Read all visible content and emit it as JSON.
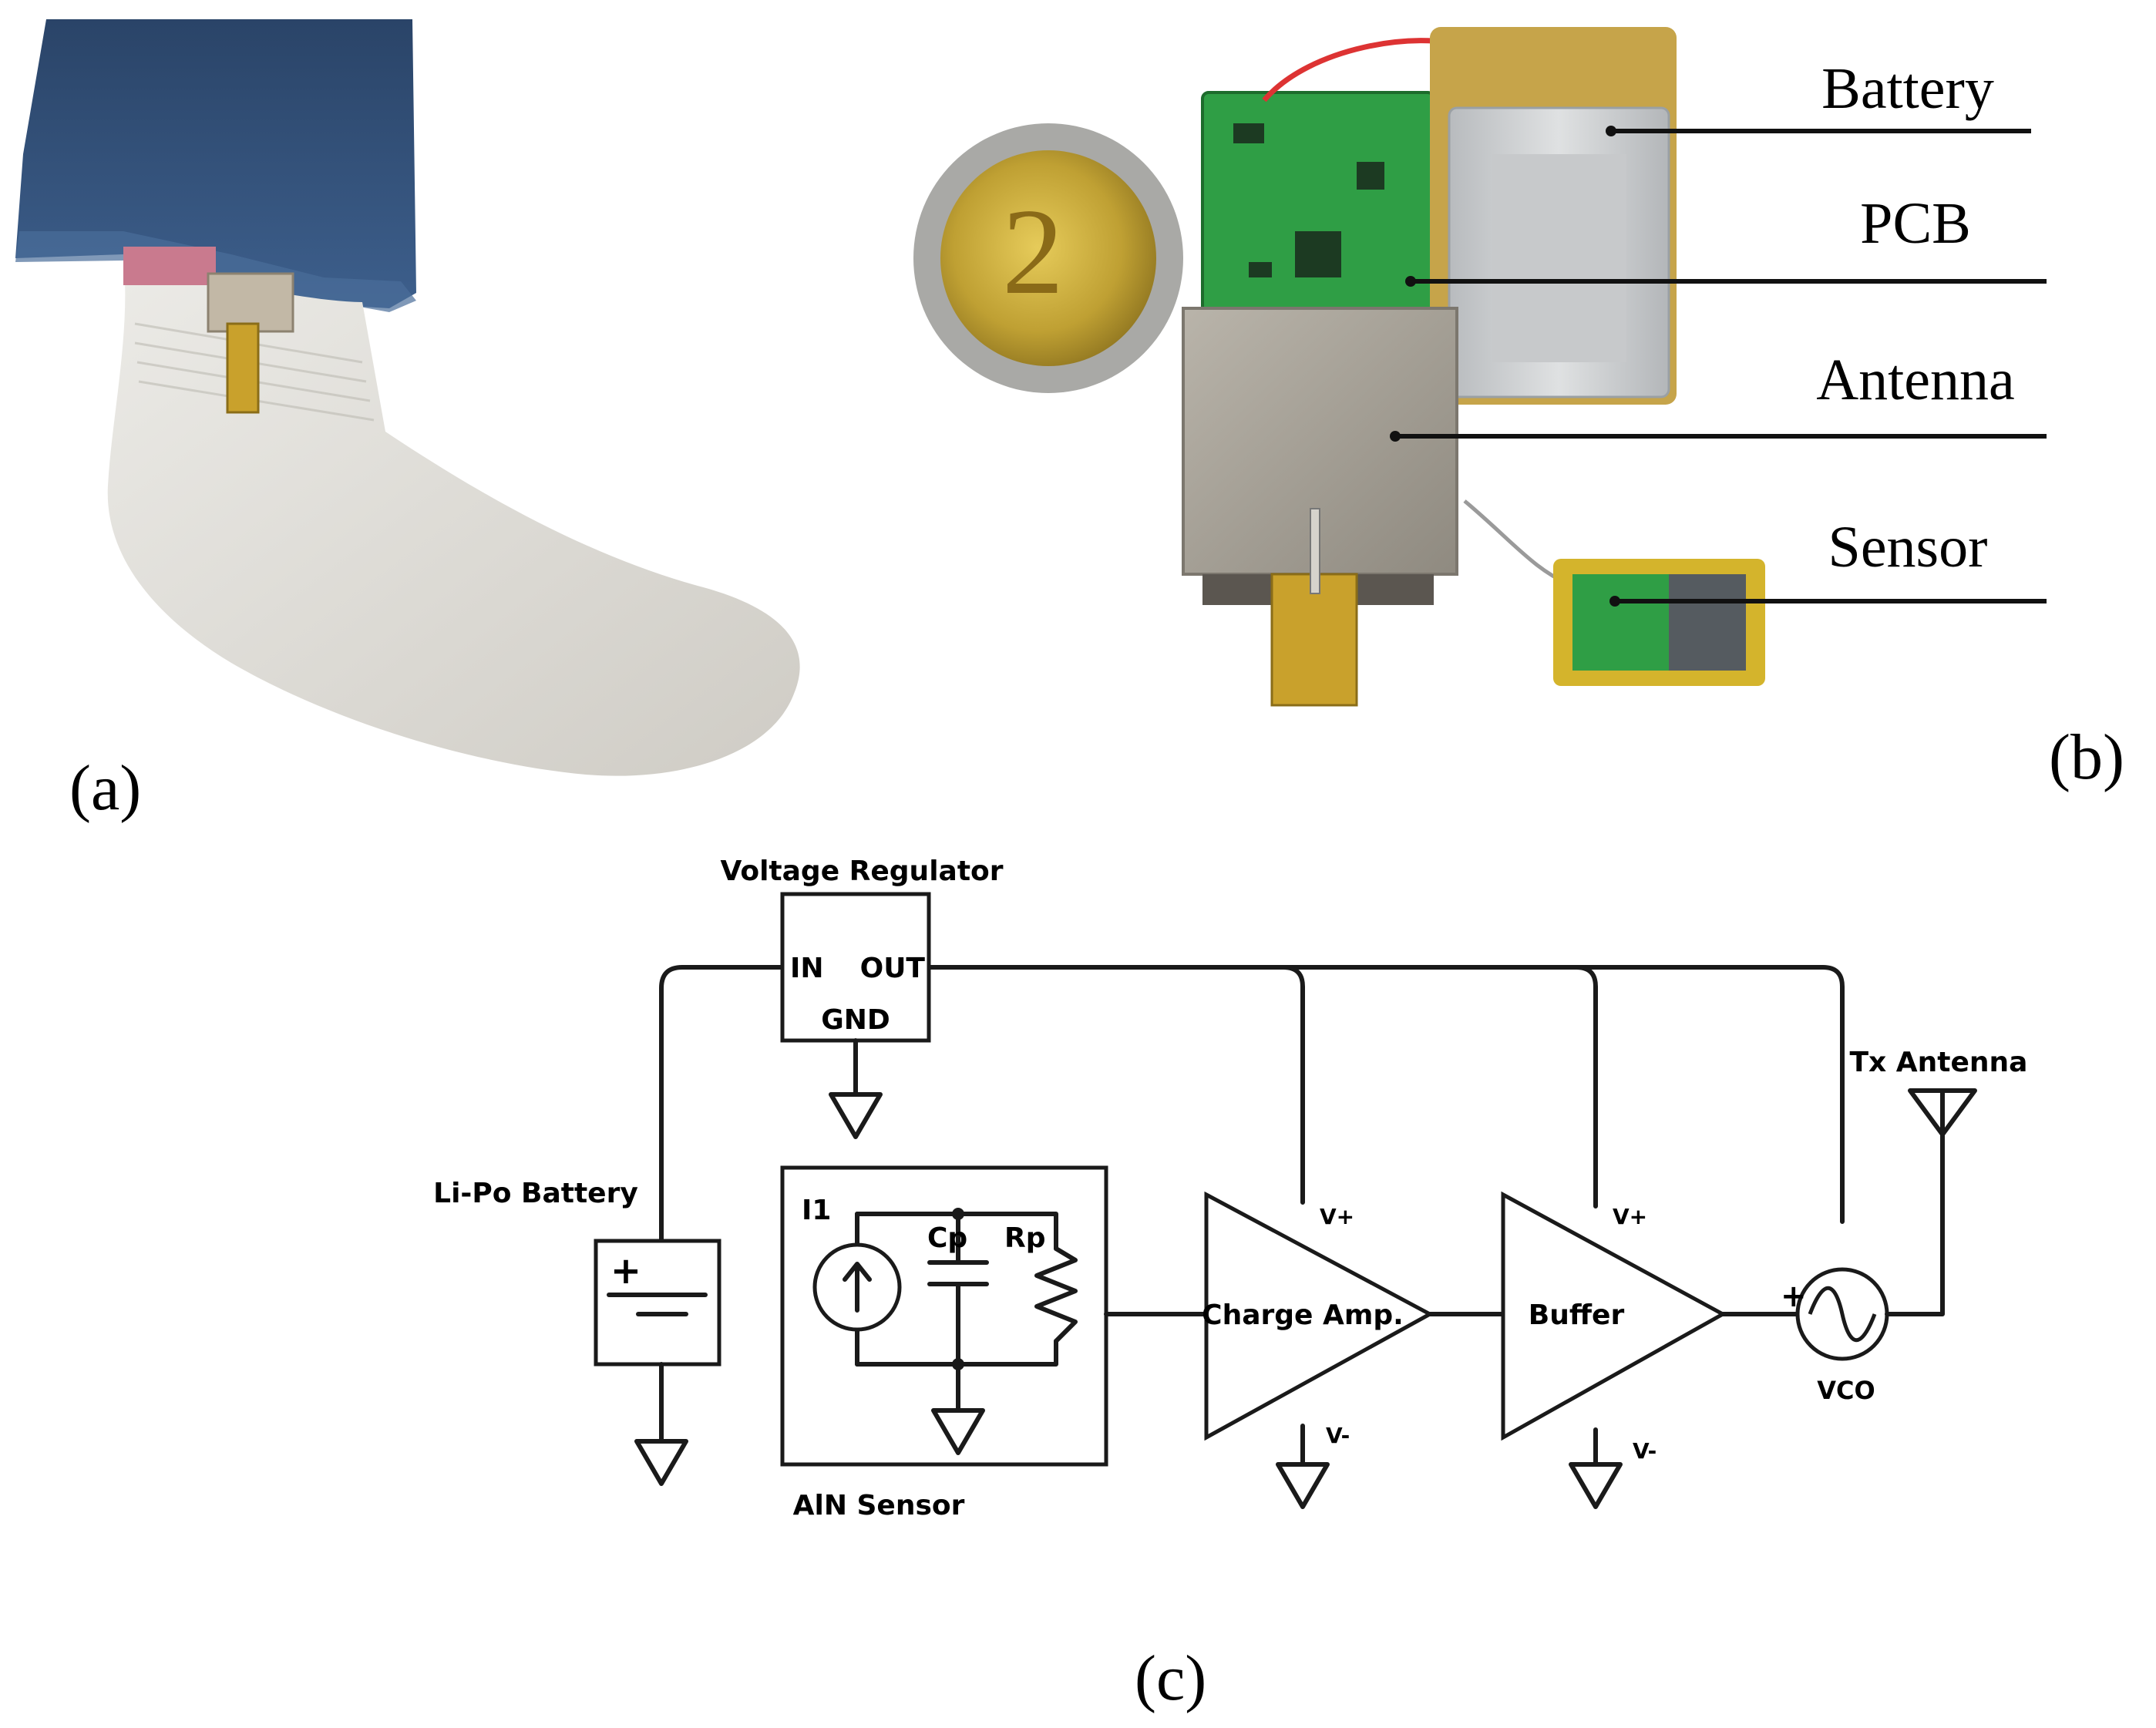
{
  "panels": {
    "a": {
      "caption": "(a)"
    },
    "b": {
      "caption": "(b)",
      "callouts": [
        "Battery",
        "PCB",
        "Antenna",
        "Sensor"
      ]
    },
    "c": {
      "caption": "(c)"
    }
  },
  "schematic": {
    "regulator": {
      "title": "Voltage Regulator",
      "in": "IN",
      "out": "OUT",
      "gnd": "GND"
    },
    "battery_label": "Li-Po Battery",
    "battery_sign": "+",
    "sensor": {
      "name": "AlN Sensor",
      "source": "I1",
      "cap": "Cp",
      "res": "Rp"
    },
    "charge_amp": {
      "name": "Charge Amp.",
      "vplus": "V+",
      "vminus": "V-"
    },
    "buffer": {
      "name": "Buffer",
      "vplus": "V+",
      "vminus": "V-"
    },
    "vco": {
      "name": "VCO",
      "sign": "+"
    },
    "antenna_label": "Tx Antenna"
  },
  "colors": {
    "wire": "#1a1a1a",
    "sock": "#dcdad5",
    "jeans": "#2f4d73",
    "pcb": "#2f9e45",
    "gold": "#c9a12c",
    "antenna_metal": "#a9a49b"
  }
}
